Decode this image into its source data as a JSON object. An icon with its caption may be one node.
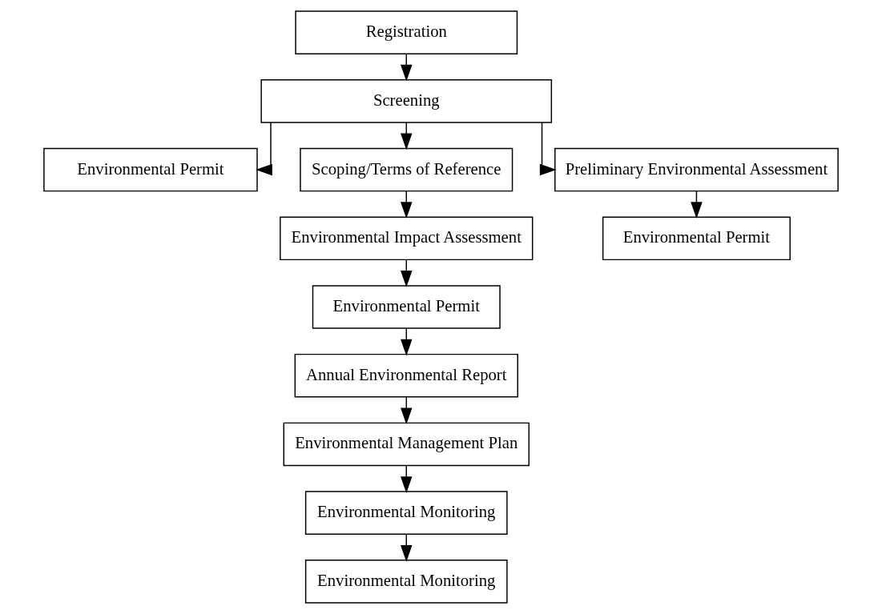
{
  "diagram": {
    "nodes": [
      {
        "text": [
          "Registration"
        ]
      },
      {
        "text": [
          "Screening"
        ]
      },
      {
        "text": [
          "Environmental Permit"
        ]
      },
      {
        "text": [
          "Scoping/Terms of Reference"
        ]
      },
      {
        "text": [
          "Preliminary Environmental Assessment"
        ]
      },
      {
        "text": [
          "Environmental Impact Assessment"
        ]
      },
      {
        "text": [
          "Environmental Permit"
        ]
      },
      {
        "text": [
          "Environmental Permit"
        ]
      },
      {
        "text": [
          "Annual Environmental Report"
        ]
      },
      {
        "text": [
          "Environmental Management Plan"
        ]
      },
      {
        "text": [
          "Environmental Monitoring"
        ]
      },
      {
        "text": [
          "Environmental Monitoring"
        ]
      }
    ],
    "edges": [
      {
        "from": 0,
        "to": 1,
        "arrow": "to"
      },
      {
        "from": 1,
        "to": 2,
        "arrow": "to"
      },
      {
        "from": 1,
        "to": 3,
        "arrow": "to"
      },
      {
        "from": 1,
        "to": 4,
        "arrow": "to"
      },
      {
        "from": 3,
        "to": 5,
        "arrow": "to"
      },
      {
        "from": 4,
        "to": 6,
        "arrow": "to"
      },
      {
        "from": 5,
        "to": 7,
        "arrow": "to"
      },
      {
        "from": 7,
        "to": 8,
        "arrow": "to"
      },
      {
        "from": 8,
        "to": 9,
        "arrow": "to"
      },
      {
        "from": 9,
        "to": 10,
        "arrow": "to"
      },
      {
        "from": 10,
        "to": 11,
        "arrow": "to"
      }
    ]
  }
}
